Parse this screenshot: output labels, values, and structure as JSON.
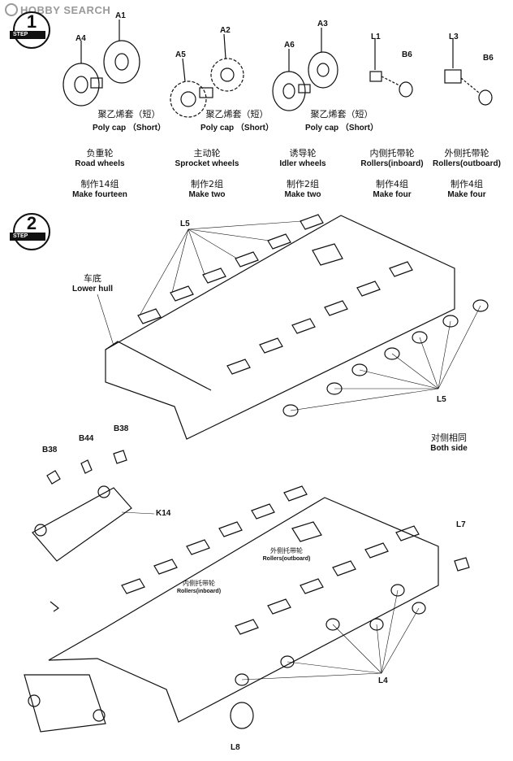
{
  "watermark": {
    "text": "HOBBY SEARCH"
  },
  "steps": [
    {
      "number": "1",
      "label": "STEP"
    },
    {
      "number": "2",
      "label": "STEP"
    }
  ],
  "step1": {
    "part_labels": {
      "a1": "A1",
      "a4": "A4",
      "a2": "A2",
      "a5": "A5",
      "a6": "A6",
      "a3": "A3",
      "l1": "L1",
      "b6a": "B6",
      "l3": "L3",
      "b6b": "B6"
    },
    "polycaps": [
      {
        "cn": "聚乙烯套（短）",
        "en": "Poly cap （Short）"
      },
      {
        "cn": "聚乙烯套（短）",
        "en": "Poly cap （Short）"
      },
      {
        "cn": "聚乙烯套（短）",
        "en": "Poly cap （Short）"
      }
    ],
    "wheels": [
      {
        "cn": "负重轮",
        "en": "Road wheels",
        "qty_cn": "制作14组",
        "qty_en": "Make fourteen"
      },
      {
        "cn": "主动轮",
        "en": "Sprocket wheels",
        "qty_cn": "制作2组",
        "qty_en": "Make two"
      },
      {
        "cn": "诱导轮",
        "en": "Idler wheels",
        "qty_cn": "制作2组",
        "qty_en": "Make two"
      },
      {
        "cn": "内侧托带轮",
        "en": "Rollers(inboard)",
        "qty_cn": "制作4组",
        "qty_en": "Make four"
      },
      {
        "cn": "外侧托带轮",
        "en": "Rollers(outboard)",
        "qty_cn": "制作4组",
        "qty_en": "Make four"
      }
    ]
  },
  "step2": {
    "l5_top": "L5",
    "lower_hull_cn": "车底",
    "lower_hull_en": "Lower hull",
    "l5_bottom": "L5",
    "both_side_cn": "对侧相同",
    "both_side_en": "Both side",
    "b38a": "B38",
    "b44": "B44",
    "b38b": "B38",
    "k14": "K14",
    "outboard_cn": "外侧托带轮",
    "outboard_en": "Rollers(outboard)",
    "inboard_cn": "内侧托带轮",
    "inboard_en": "Rollers(inboard)",
    "l7": "L7",
    "l4": "L4",
    "l8": "L8"
  }
}
